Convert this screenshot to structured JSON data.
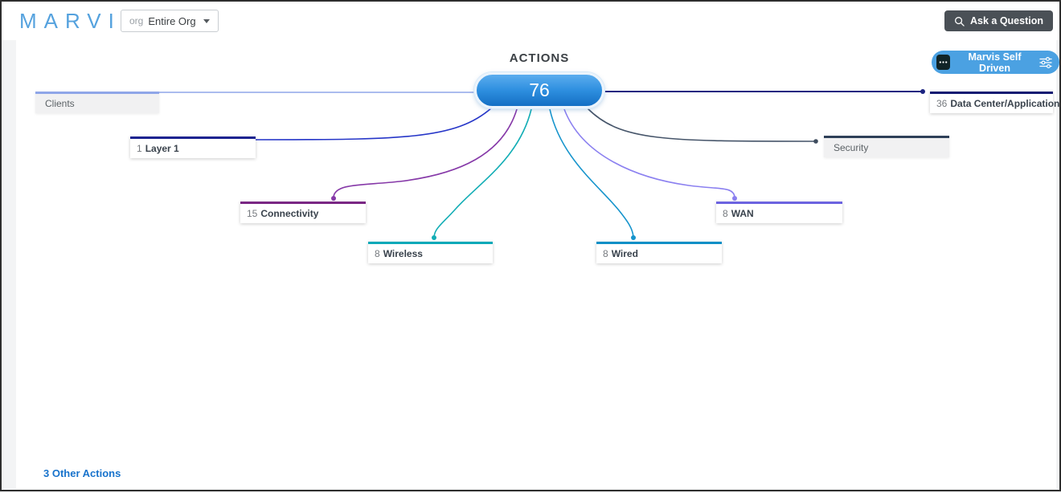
{
  "header": {
    "logo": "MARVIS",
    "org_selector": {
      "prefix": "org",
      "value": "Entire Org"
    },
    "ask_button_label": "Ask a Question"
  },
  "actions": {
    "title": "ACTIONS",
    "total": "76",
    "self_driven_label": "Marvis Self Driven",
    "other_actions_label": "3 Other Actions",
    "categories": [
      {
        "count": "",
        "label": "Clients",
        "color": "#8fa6e8",
        "state": "disabled"
      },
      {
        "count": "1",
        "label": "Layer 1",
        "color": "#1d2490",
        "state": "enabled"
      },
      {
        "count": "15",
        "label": "Connectivity",
        "color": "#7a2784",
        "state": "enabled"
      },
      {
        "count": "8",
        "label": "Wireless",
        "color": "#0aa9b8",
        "state": "enabled"
      },
      {
        "count": "8",
        "label": "Wired",
        "color": "#0e8fc6",
        "state": "enabled"
      },
      {
        "count": "8",
        "label": "WAN",
        "color": "#6c63e0",
        "state": "enabled"
      },
      {
        "count": "",
        "label": "Security",
        "color": "#2e4058",
        "state": "disabled"
      },
      {
        "count": "36",
        "label": "Data Center/Application",
        "color": "#131c72",
        "state": "enabled"
      }
    ],
    "colors": {
      "pill_gradient_top": "#5cadee",
      "pill_gradient_bottom": "#146fc4",
      "logo_blue": "#55a2de",
      "link_blue": "#1873cc",
      "ask_button_bg": "#4a5056",
      "self_driven_bg": "#4ba1e2",
      "curve_layer1": "#2636c8",
      "curve_connectivity": "#8639a8",
      "curve_wireless": "#12adb5",
      "curve_wired": "#1694cc",
      "curve_wan": "#8b80f0",
      "curve_security": "#46556a",
      "curve_clients": "#8fa6e8",
      "curve_datacenter": "#1b2380"
    }
  }
}
